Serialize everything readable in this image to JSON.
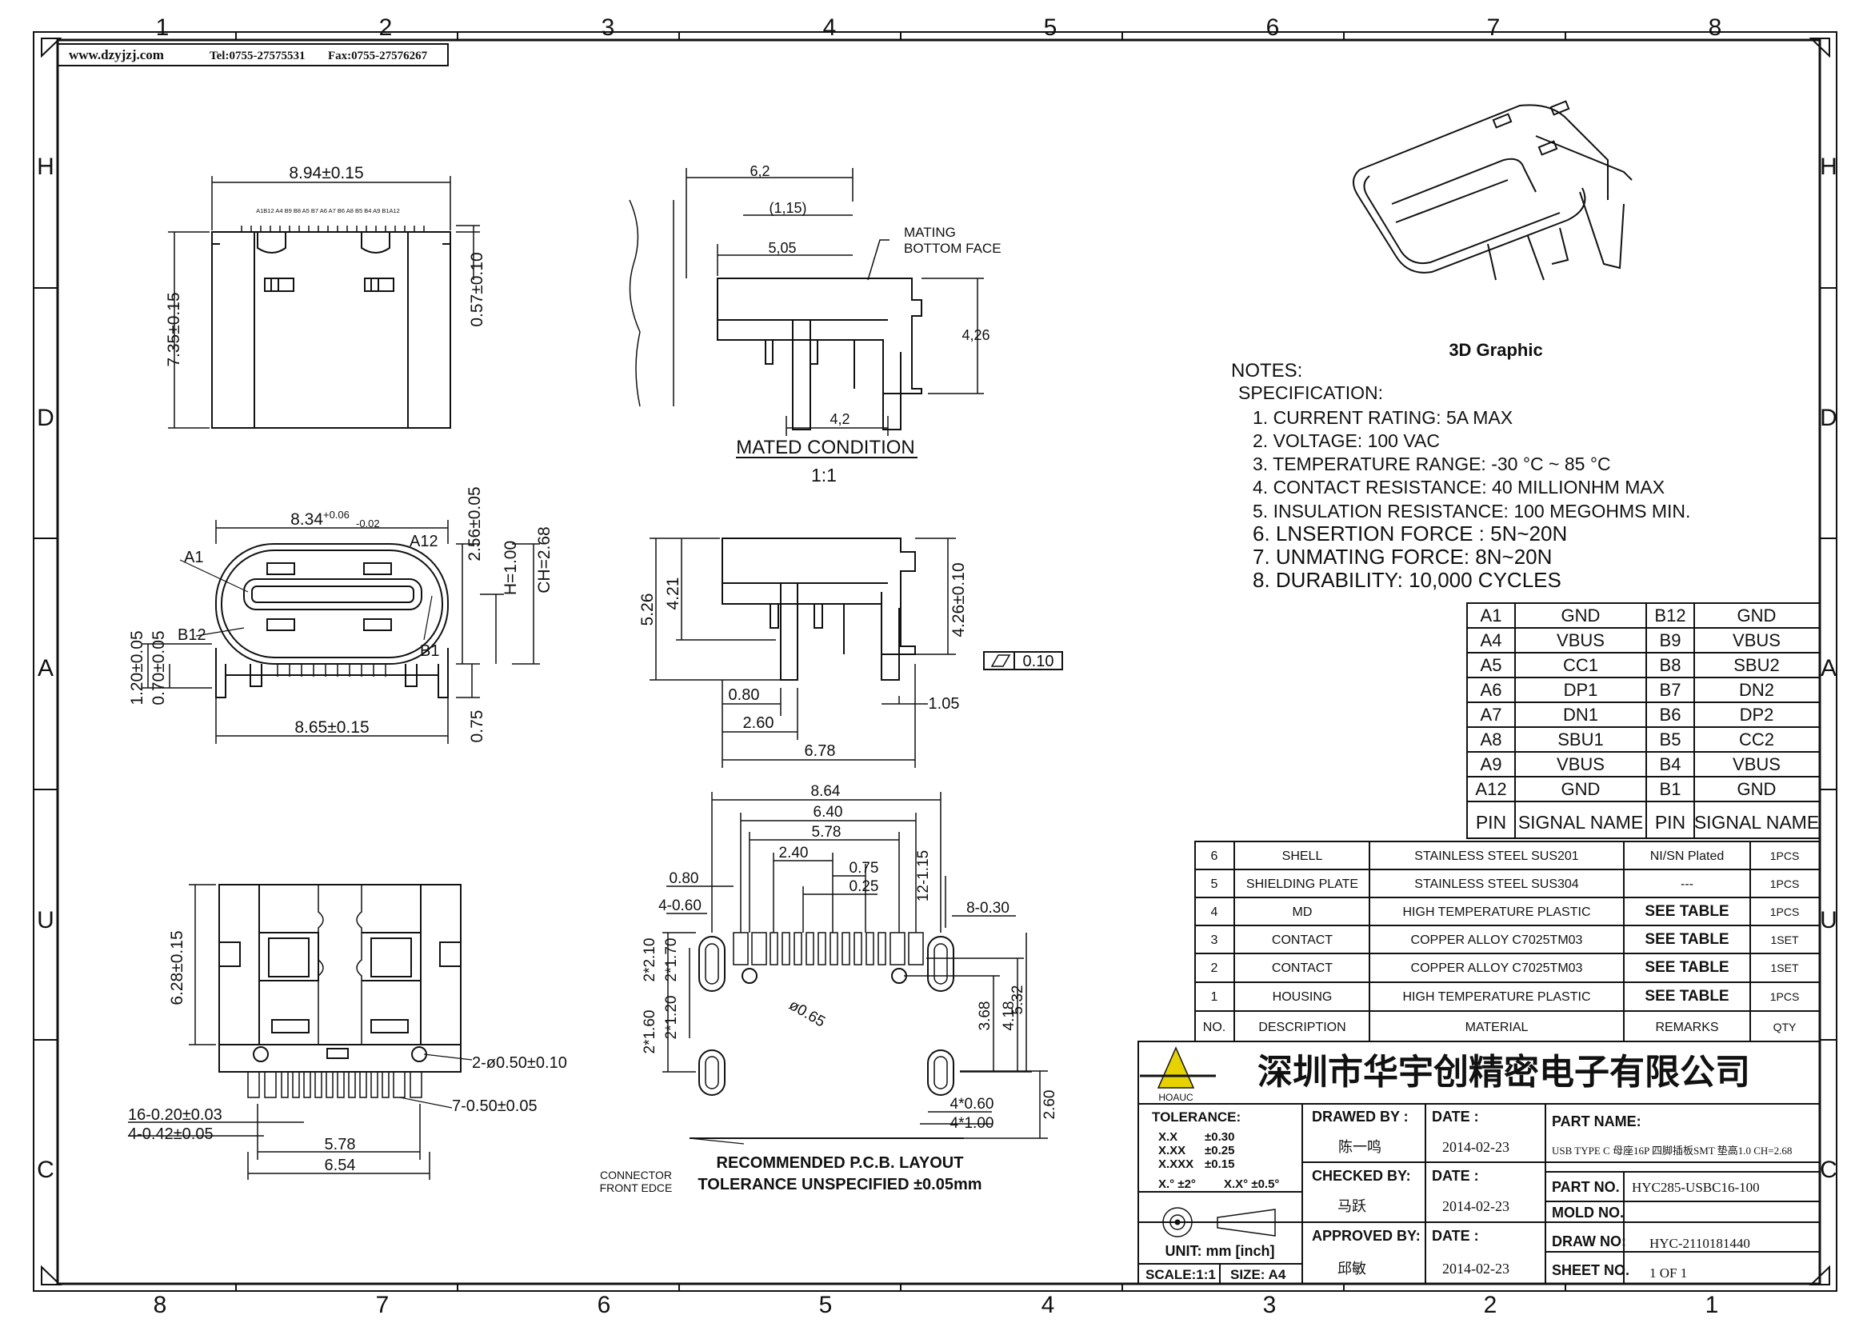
{
  "header": {
    "website": "www.dzyjzj.com",
    "tel": "Tel:0755-27575531",
    "fax": "Fax:0755-27576267"
  },
  "frame": {
    "columns_top": [
      "1",
      "2",
      "3",
      "4",
      "5",
      "6",
      "7",
      "8"
    ],
    "columns_bottom": [
      "8",
      "7",
      "6",
      "5",
      "4",
      "3",
      "2",
      "1"
    ],
    "rows": [
      "H",
      "D",
      "A",
      "U",
      "C"
    ]
  },
  "top_view": {
    "width": "8.94±0.15",
    "height": "7.35±0.15",
    "top_offset": "0.57±0.10",
    "pin_labels": "A1B12 A4 B9 B8 A5 B7 A6 A7 B6 A8 B5 B4 A9 B1A12"
  },
  "mated_view": {
    "dim_a": "6,2",
    "dim_b": "(1,15)",
    "dim_c": "5,05",
    "dim_d": "4,26",
    "dim_e": "4,2",
    "mating_label_1": "MATING",
    "mating_label_2": "BOTTOM FACE",
    "caption": "MATED CONDITION",
    "scale": "1:1"
  },
  "front_view": {
    "width_base": "8.34",
    "width_sup": "+0.06",
    "width_sub": "-0.02",
    "label_a1": "A1",
    "label_a12": "A12",
    "label_b12": "B12",
    "label_b1": "B1",
    "d_256": "2.56±0.05",
    "d_h": "H=1.00",
    "d_ch": "CH=2.68",
    "d_120": "1.20±0.05",
    "d_070": "0.70±0.05",
    "bottom_width": "8.65±0.15",
    "d_075": "0.75"
  },
  "side_view": {
    "d_526": "5.26",
    "d_421": "4.21",
    "d_426": "4.26±0.10",
    "flatness": "0.10",
    "d_080": "0.80",
    "d_260": "2.60",
    "d_678": "6.78",
    "d_105": "1.05"
  },
  "bottom_view": {
    "d_628": "6.28±0.15",
    "holes": "2-ø0.50±0.10",
    "pins_a": "16-0.20±0.03",
    "pins_b": "4-0.42±0.05",
    "pins_c": "7-0.50±0.05",
    "d_578": "5.78",
    "d_654": "6.54"
  },
  "pcb_layout": {
    "d_864": "8.64",
    "d_640": "6.40",
    "d_578": "5.78",
    "d_240": "2.40",
    "d_075": "0.75",
    "d_025": "0.25",
    "d_080": "0.80",
    "d_4060": "4-0.60",
    "d_12115": "12-1.15",
    "d_8030": "8-0.30",
    "d_2210": "2*2.10",
    "d_2170": "2*1.70",
    "d_2160": "2*1.60",
    "d_2120": "2*1.20",
    "d_065": "ø0.65",
    "d_368": "3.68",
    "d_418": "4.18",
    "d_532": "5.32",
    "d_4060b": "4*0.60",
    "d_4100": "4*1.00",
    "d_260": "2.60",
    "edge_1": "CONNECTOR",
    "edge_2": "FRONT EDCE",
    "caption": "RECOMMENDED  P.C.B.  LAYOUT",
    "tolerance": "TOLERANCE UNSPECIFIED ±0.05mm"
  },
  "graphic_3d": {
    "caption": "3D Graphic"
  },
  "notes": {
    "title": "NOTES:",
    "subtitle": "SPECIFICATION:",
    "items": [
      "1. CURRENT RATING: 5A MAX",
      "2. VOLTAGE: 100 VAC",
      "3. TEMPERATURE RANGE: -30 °C ~ 85 °C",
      "4. CONTACT RESISTANCE: 40 MILLIONHM MAX",
      "5. INSULATION RESISTANCE: 100 MEGOHMS MIN.",
      "6. LNSERTION FORCE : 5N~20N",
      "7. UNMATING FORCE: 8N~20N",
      "8. DURABILITY:   10,000 CYCLES"
    ]
  },
  "pin_table": {
    "rows": [
      [
        "A1",
        "GND",
        "B12",
        "GND"
      ],
      [
        "A4",
        "VBUS",
        "B9",
        "VBUS"
      ],
      [
        "A5",
        "CC1",
        "B8",
        "SBU2"
      ],
      [
        "A6",
        "DP1",
        "B7",
        "DN2"
      ],
      [
        "A7",
        "DN1",
        "B6",
        "DP2"
      ],
      [
        "A8",
        "SBU1",
        "B5",
        "CC2"
      ],
      [
        "A9",
        "VBUS",
        "B4",
        "VBUS"
      ],
      [
        "A12",
        "GND",
        "B1",
        "GND"
      ]
    ],
    "header": [
      "PIN",
      "SIGNAL NAME",
      "PIN",
      "SIGNAL NAME"
    ]
  },
  "bom": {
    "rows": [
      [
        "6",
        "SHELL",
        "STAINLESS STEEL SUS201",
        "NI/SN  Plated",
        "1PCS"
      ],
      [
        "5",
        "SHIELDING PLATE",
        "STAINLESS STEEL SUS304",
        "---",
        "1PCS"
      ],
      [
        "4",
        "MD",
        "HIGH TEMPERATURE PLASTIC",
        "SEE TABLE",
        "1PCS"
      ],
      [
        "3",
        "CONTACT",
        "COPPER ALLOY C7025TM03",
        "SEE TABLE",
        "1SET"
      ],
      [
        "2",
        "CONTACT",
        "COPPER ALLOY C7025TM03",
        "SEE TABLE",
        "1SET"
      ],
      [
        "1",
        "HOUSING",
        "HIGH TEMPERATURE PLASTIC",
        "SEE TABLE",
        "1PCS"
      ]
    ],
    "header": [
      "NO.",
      "DESCRIPTION",
      "MATERIAL",
      "REMARKS",
      "QTY"
    ]
  },
  "title_block": {
    "company": "深圳市华宇创精密电子有限公司",
    "logo_text": "HOAUC",
    "tolerance_label": "TOLERANCE:",
    "tol_rows": [
      [
        "X.X",
        "±0.30"
      ],
      [
        "X.XX",
        "±0.25"
      ],
      [
        "X.XXX",
        "±0.15"
      ]
    ],
    "angle_1": "X.° ±2°",
    "angle_2": "X.X° ±0.5°",
    "unit": "UNIT:  mm  [inch]",
    "scale": "SCALE:1:1",
    "size": "SIZE: A4",
    "drawn_by_label": "DRAWED BY :",
    "drawn_by": "陈一鸣",
    "checked_by_label": "CHECKED BY:",
    "checked_by": "马跃",
    "approved_by_label": "APPROVED BY:",
    "approved_by": "邱敏",
    "date_label": "DATE :",
    "date_1": "2014-02-23",
    "date_2": "2014-02-23",
    "date_3": "2014-02-23",
    "part_name_label": "PART NAME:",
    "part_name": "USB TYPE C 母座16P 四脚插板SMT 垫高1.0 CH=2.68",
    "part_no_label": "PART NO.",
    "part_no": "HYC285-USBC16-100",
    "mold_no_label": "MOLD NO.",
    "mold_no": "",
    "draw_no_label": "DRAW NO:",
    "draw_no": "HYC-2110181440",
    "sheet_no_label": "SHEET NO.",
    "sheet_no": "1 OF 1"
  }
}
